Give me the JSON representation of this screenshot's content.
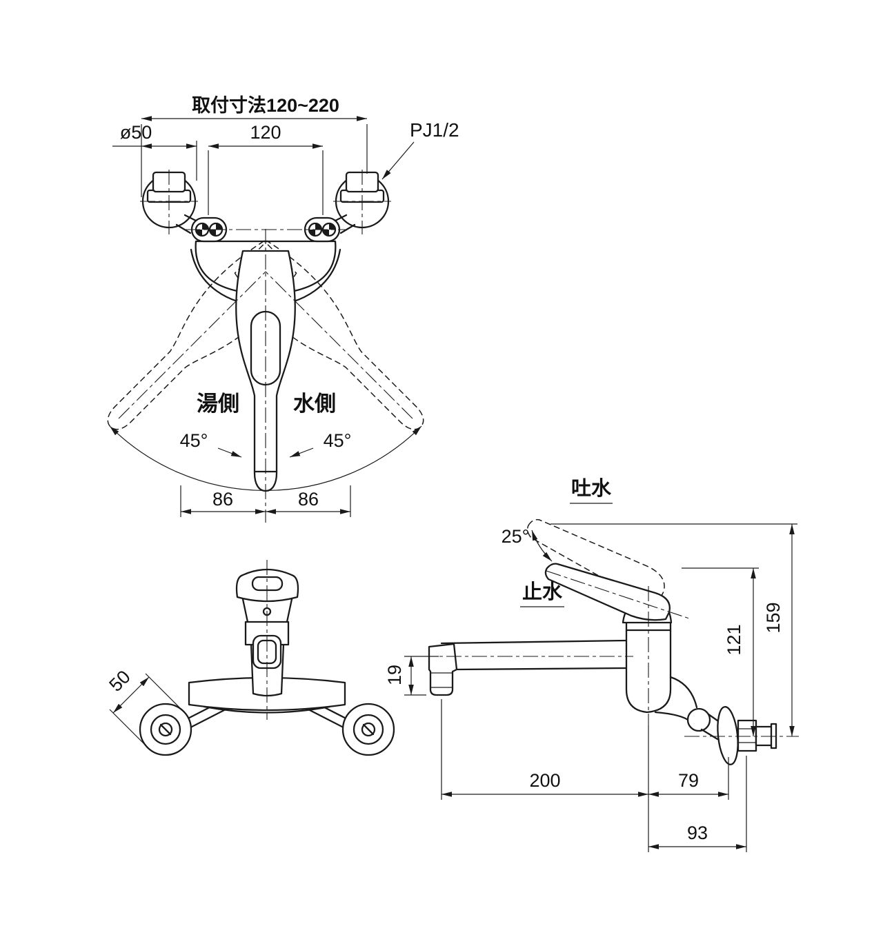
{
  "colors": {
    "ink": "#1a1a1a",
    "background": "#ffffff"
  },
  "views": {
    "top": {
      "mounting_dim": "取付寸法120~220",
      "flange_dia": "ø50",
      "center_dim": "120",
      "thread_label": "PJ1/2",
      "hot_side": "湯側",
      "cold_side": "水側",
      "swing_left": "45°",
      "swing_right": "45°",
      "reach_left": "86",
      "reach_right": "86"
    },
    "front": {
      "flange_dia": "50"
    },
    "side": {
      "discharge_label": "吐水",
      "lever_angle": "25°",
      "stop_label": "止水",
      "height_total": "159",
      "height_body": "121",
      "spout_drop": "19",
      "spout_reach": "200",
      "body_depth": "79",
      "wall_depth": "93"
    }
  }
}
